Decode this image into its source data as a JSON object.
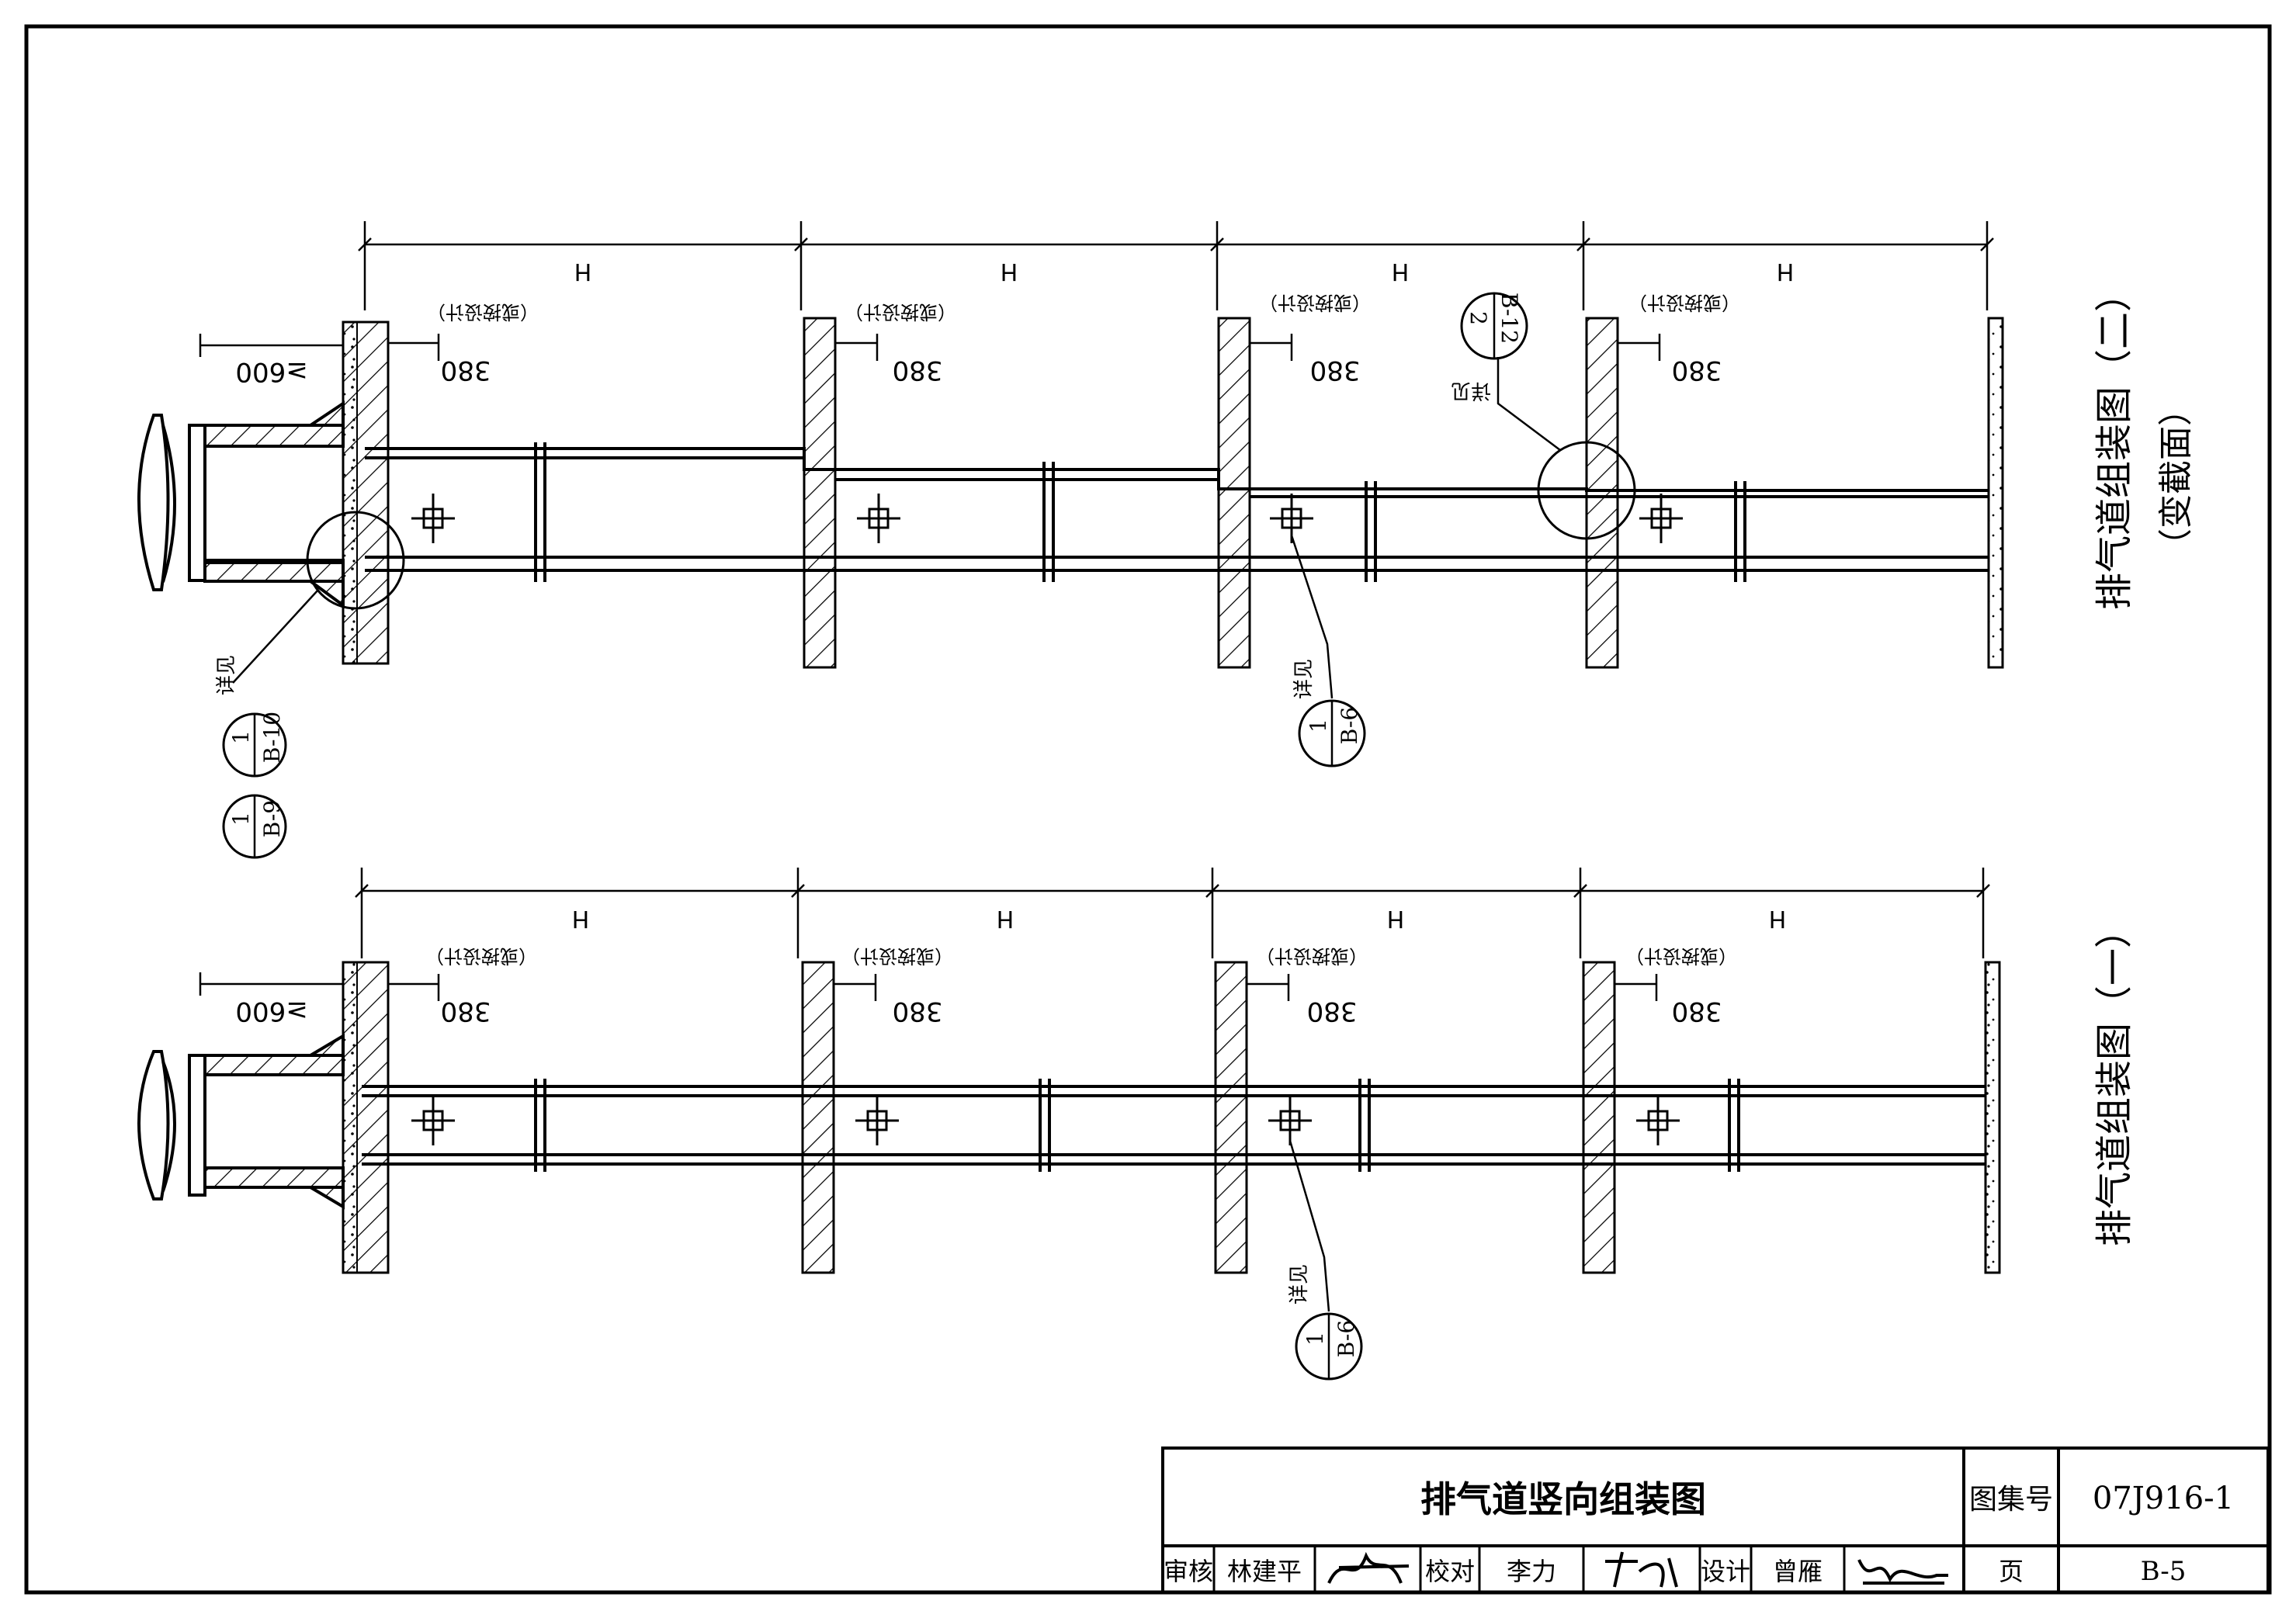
{
  "diagrams": [
    {
      "title": "排气道组装图（二）",
      "subtitle": "（变截面）",
      "span_labels": [
        "H",
        "H",
        "H",
        "H"
      ],
      "offset_labels": [
        "380",
        "380",
        "380",
        "380"
      ],
      "offset_notes": [
        "（或按设计）",
        "（或按设计）",
        "（或按设计）",
        "（或按设计）"
      ],
      "overhang_label": "≥600",
      "detail_refs": [
        {
          "see": "详见",
          "top": "1",
          "bottom": "B-10"
        },
        {
          "see": "",
          "top": "1",
          "bottom": "B-9"
        },
        {
          "see": "详见",
          "top": "1",
          "bottom": "B-6"
        },
        {
          "see": "详见",
          "top": "2",
          "bottom": "B-12"
        }
      ]
    },
    {
      "title": "排气道组装图（一）",
      "span_labels": [
        "H",
        "H",
        "H",
        "H"
      ],
      "offset_labels": [
        "380",
        "380",
        "380",
        "380"
      ],
      "offset_notes": [
        "（或按设计）",
        "（或按设计）",
        "（或按设计）",
        "（或按设计）"
      ],
      "overhang_label": "≥600",
      "detail_refs": [
        {
          "see": "详见",
          "top": "1",
          "bottom": "B-6"
        }
      ]
    }
  ],
  "title_block": {
    "drawing_title": "排气道竖向组装图",
    "atlas_label": "图集号",
    "atlas_no": "07J916-1",
    "review_label": "审核",
    "reviewer": "林建平",
    "check_label": "校对",
    "checker": "李力",
    "design_label": "设计",
    "designer": "曾雁",
    "page_label": "页",
    "page_no": "B-5"
  }
}
